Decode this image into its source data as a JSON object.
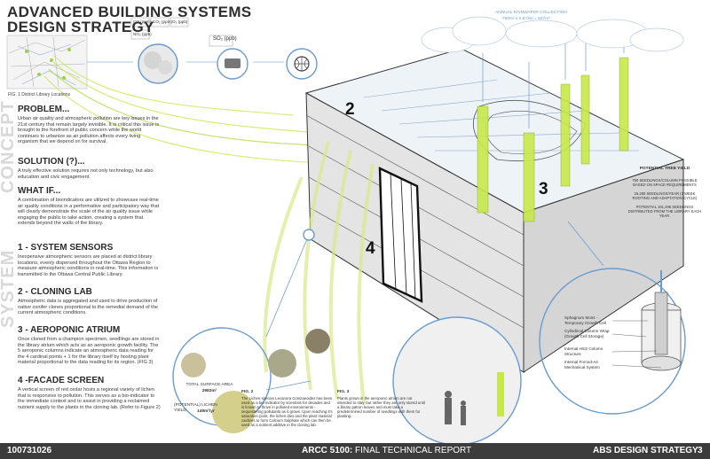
{
  "title": {
    "line1": "ADVANCED BUILDING SYSTEMS",
    "line2": "DESIGN STRATEGY"
  },
  "map_caption": "FIG. 1 District Library Locations",
  "sensor_labels": [
    "CO (ppm)",
    "CO₂ (ppm)",
    "O₃ (ppb)",
    "NO₂ (ppb)",
    "SO₂ (ppb)"
  ],
  "side_labels": {
    "concept": "CONCEPT",
    "system": "SYSTEM"
  },
  "sections": [
    {
      "heading": "PROBLEM...",
      "body": "Urban air quality and atmospheric pollution are key issues in the 21st century that remain largely invisible. It is critical this issue is brought to the forefront of public concern while the world continues to urbanize as air pollution affects every living organism that we depend on for survival."
    },
    {
      "heading": "SOLUTION (?)...",
      "body": "A truly effective solution requires not only technology, but also education and civic engagement."
    },
    {
      "heading": "WHAT IF...",
      "body": "A combination of bioindicators are utilized to showcase real-time air quality conditions in a performative and participatory way that will clearly demonstrate the scale of the air quality issue while engaging the public to take action, creating a system that extends beyond the walls of the library."
    },
    {
      "heading": "1 - SYSTEM SENSORS",
      "body": "Inexpensive atmospheric sensors are placed at district library locations, evenly dispersed throughout the Ottawa Region to measure atmospheric conditions in real-time. This information is transmitted to the Ottawa Central Public Library."
    },
    {
      "heading": "2 - CLONING LAB",
      "body": "Atmospheric data is aggregated and used to drive production of native conifer clones proportional to the remedial demand of the current atmospheric conditions."
    },
    {
      "heading": "3 - AEROPONIC ATRIUM",
      "body": "Once cloned from a champion specimen, seedlings are stored in the library atrium which acts as an aeroponic growth facility. The 5 aeroponic columns indicate an atmospheric data reading for the 4 cardinal points + 1 for the library itself by hosting plant material proportional to the data reading for its region. (FIG 3)"
    },
    {
      "heading": "4 -FACADE SCREEN",
      "body": "A vertical screen of red cedar hosts a regional variety of lichen that is responsive to pollution. This serves as a bio-indicator to the immediate context and to assist in providing a reclaimed nutrient supply to the plants in the cloning lab. (Refer to Figure 2)"
    }
  ],
  "surface": {
    "label": "TOTAL SURFACE AREA",
    "value": "2982m²",
    "yield_label": "(POTENTIAL) LICHEN YIELD",
    "yield_value": "149m³/yr"
  },
  "fig2": {
    "label": "FIG. 2",
    "text": "The Lichen species Lecanora Conizaeoides has been used as a bio-indicator by scientists for decades and is known to thrive in polluted environments - sequestering pollutants as it grows. Upon reaching it's saturation point, the lichen dies and the plant material oxidizes to form Calcium Sulphate which can then be used as a nutrient additive in the cloning lab."
  },
  "fig3": {
    "label": "FIG. 3",
    "text": "Plants grown in the aeroponic atrium are not intended to stay, but rather they are only stored until a library patron leaves and must take a predetermined number of seedlings with them for planting."
  },
  "rainwater": {
    "label": "ANNUAL RAINWATER COLLECTION",
    "formula": "750m² x 0.873m = 637m³"
  },
  "tree_yield": {
    "heading": "POTENTIAL TREE YIELD",
    "lines": [
      "750 SEEDLINGS/COLUMN POSSIBLE BASED ON SPACE REQUIREMENTS",
      "26,280 SEEDLINGS/YEAR (2 WEEK ROOTING AND ADAPTATION CYCLE)",
      "POTENTIAL 161,496 SEEDLINGS DISTRIBUTED FROM THE LIBRARY EACH YEAR."
    ]
  },
  "column_labels": [
    "Sphagnum Moss - Temporary Growth Cell",
    "Cylindrical Column Wrap (Growth Cell Storage)",
    "Internal HSS Column Structure",
    "Internal Forced-Air Mechanical System"
  ],
  "zone_numbers": [
    "2",
    "3",
    "4"
  ],
  "footer": {
    "id": "100731026",
    "course": "ARCC 5100:",
    "report": " FINAL TECHNICAL REPORT",
    "section": "ABS DESIGN STRATEGY",
    "page": "3"
  },
  "colors": {
    "accent_blue": "#6a9bd1",
    "lime": "#c8e84a",
    "footer_bg": "#3c3c3c"
  }
}
